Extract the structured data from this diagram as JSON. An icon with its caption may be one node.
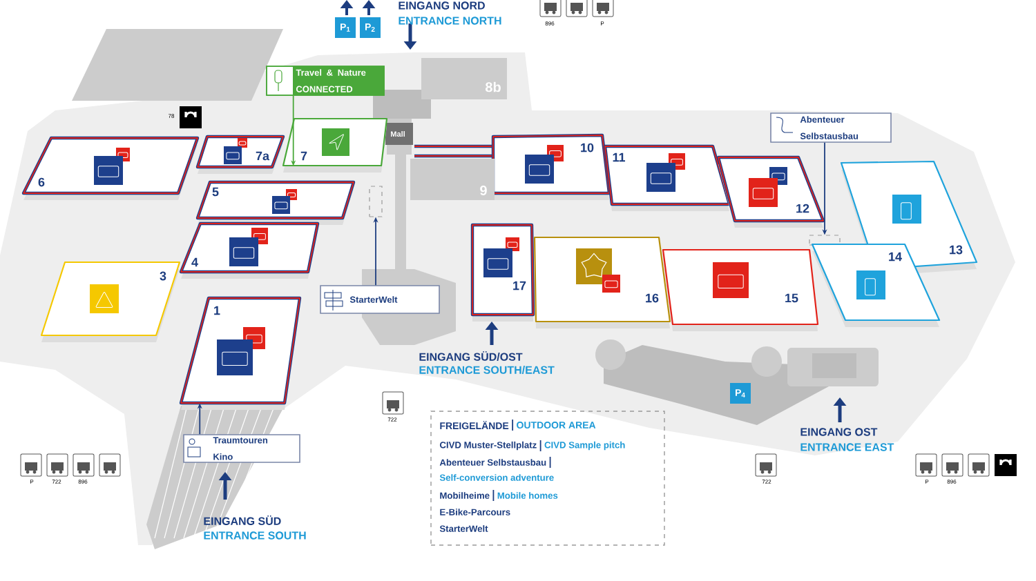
{
  "diagram": {
    "nodes": [
      {
        "text": [
          "Travel & Nature CONNECTED"
        ]
      },
      {
        "text": [
          "8b"
        ]
      },
      {
        "text": [
          "6"
        ]
      },
      {
        "text": [
          "7a"
        ]
      },
      {
        "text": [
          "7"
        ]
      },
      {
        "text": [
          "10"
        ]
      },
      {
        "text": [
          "11"
        ]
      },
      {
        "text": [
          "Abenteuer Selbstausbau"
        ]
      },
      {
        "text": [
          "9"
        ]
      },
      {
        "text": [
          "5"
        ]
      },
      {
        "text": [],
        "shape": "box"
      },
      {
        "text": [
          "12"
        ]
      },
      {
        "text": [
          "13"
        ]
      },
      {
        "text": [
          "4"
        ]
      },
      {
        "text": [
          "17"
        ]
      },
      {
        "text": [
          "16"
        ]
      },
      {
        "text": [
          "15"
        ]
      },
      {
        "text": [],
        "shape": "box"
      },
      {
        "text": [
          "14"
        ]
      },
      {
        "text": [
          "3"
        ]
      },
      {
        "text": [
          "StarterWelt"
        ]
      },
      {
        "text": [
          "1"
        ]
      },
      {
        "text": [
          "Traumtouren Kino"
        ]
      },
      {
        "text": [
          "FREIGELÄNDE",
          "OUTDOOR AREA",
          "CIVD Muster-Stellplatz",
          "CIVD Sample pitch",
          "Abenteuer Selbstausbau",
          "Self-conversion adventure",
          "Mobilheime",
          "Mobile homes",
          "E-Bike-Parcours",
          "StarterWelt"
        ]
      }
    ],
    "edges": [
      {
        "from": 0,
        "to": 4,
        "arrow": "to",
        "color": "#4aa83a"
      },
      {
        "from": 20,
        "to": 10,
        "arrow": "to"
      },
      {
        "from": 7,
        "to": 17,
        "arrow": "to"
      },
      {
        "from": 22,
        "to": 21,
        "arrow": "to"
      }
    ],
    "labels": [
      "EINGANG NORD",
      "ENTRANCE NORTH",
      "P$_{1}$",
      "P$_{2}$",
      "896",
      "P",
      "78",
      "Mall",
      "EINGANG SÜD/OST",
      "ENTRANCE SOUTH/EAST",
      "722",
      "P$_{4}$",
      "EINGANG OST",
      "ENTRANCE EAST",
      "P",
      "722",
      "896",
      "722",
      "P",
      "896",
      "EINGANG SÜD",
      "ENTRANCE SOUTH"
    ]
  }
}
